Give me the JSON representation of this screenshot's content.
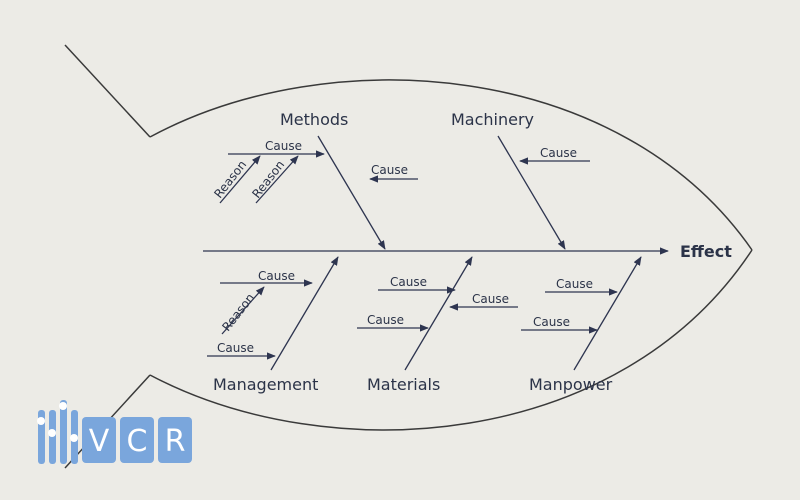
{
  "effect": "Effect",
  "categories": {
    "methods": "Methods",
    "machinery": "Machinery",
    "management": "Management",
    "materials": "Materials",
    "manpower": "Manpower"
  },
  "cause_label": "Cause",
  "reason_label": "Reason",
  "logo": {
    "letters": [
      "V",
      "C",
      "R"
    ],
    "color": "#7aa6dc"
  },
  "colors": {
    "background": "#ecebe6",
    "lines": "#2e3550",
    "text": "#2b3348"
  }
}
